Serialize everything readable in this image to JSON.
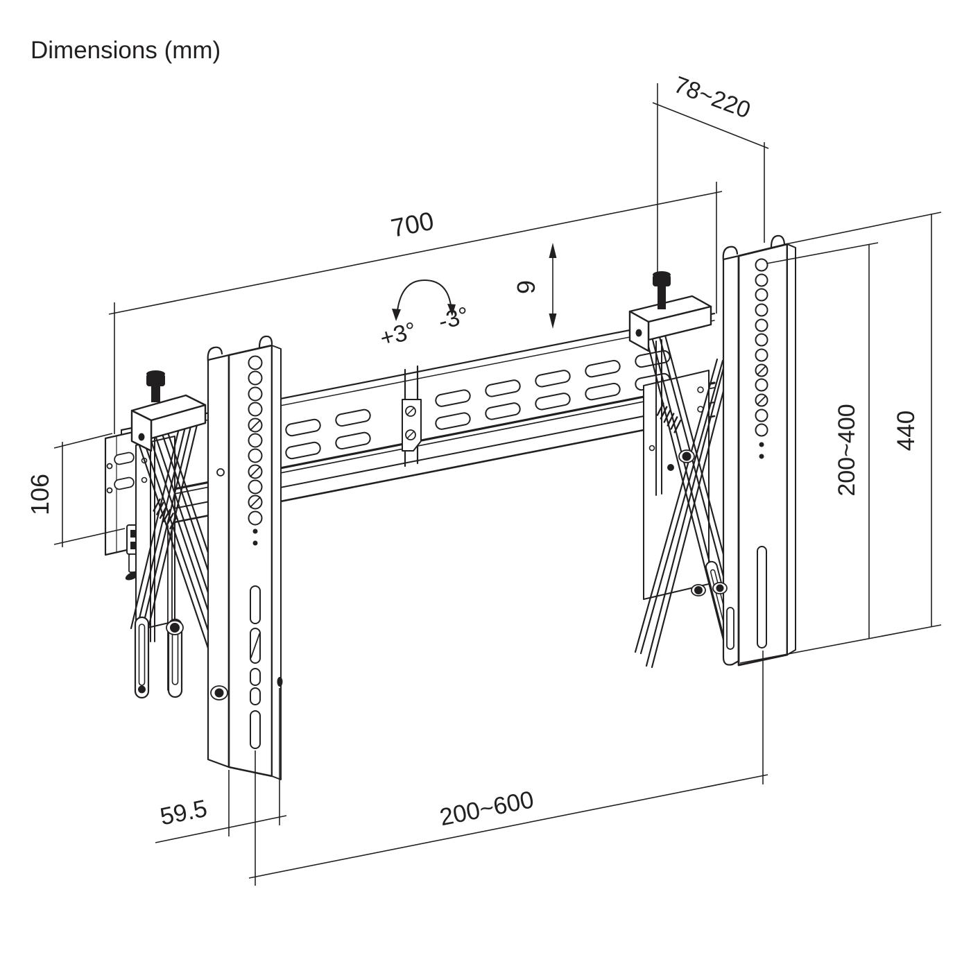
{
  "title": "Dimensions (mm)",
  "units": "mm",
  "annotations": {
    "depth_range": "78~220",
    "rail_width": "700",
    "height_fine_adjust": "9",
    "tilt_plus": "+3°",
    "tilt_minus": "-3°",
    "wall_plate_height": "106",
    "vesa_vertical_range": "200~400",
    "bracket_height": "440",
    "bracket_edge_offset": "59.5",
    "mount_width_range": "200~600"
  },
  "colors": {
    "line": "#221f20",
    "background": "#ffffff"
  }
}
